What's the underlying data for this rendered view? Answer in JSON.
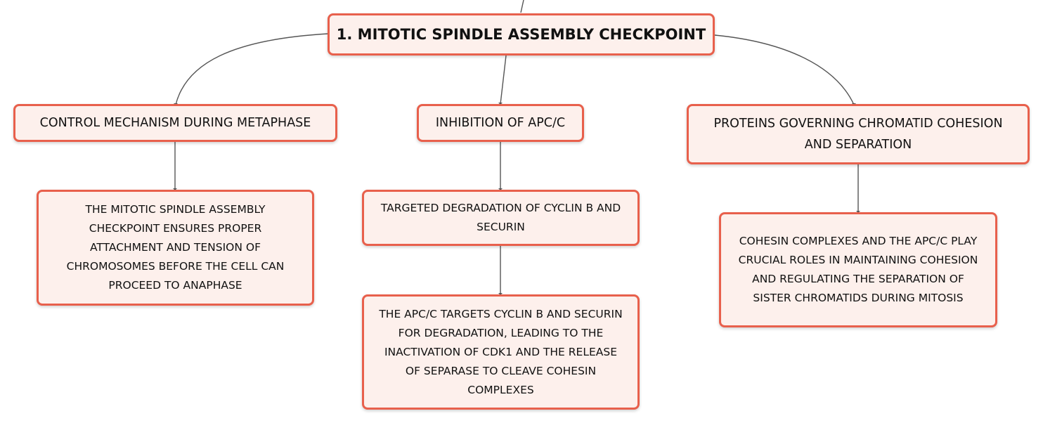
{
  "diagram": {
    "root": {
      "label": "1. MITOTIC SPINDLE ASSEMBLY CHECKPOINT"
    },
    "branches": [
      {
        "label": "CONTROL MECHANISM DURING METAPHASE",
        "children": [
          {
            "label": "THE MITOTIC SPINDLE ASSEMBLY\nCHECKPOINT ENSURES PROPER\nATTACHMENT AND TENSION OF\nCHROMOSOMES BEFORE THE CELL CAN\nPROCEED TO ANAPHASE"
          }
        ]
      },
      {
        "label": "INHIBITION OF APC/C",
        "children": [
          {
            "label": "TARGETED DEGRADATION OF CYCLIN B AND\nSECURIN"
          },
          {
            "label": "THE APC/C TARGETS CYCLIN B AND SECURIN\nFOR DEGRADATION, LEADING TO THE\nINACTIVATION OF CDK1 AND THE RELEASE\nOF SEPARASE TO CLEAVE COHESIN\nCOMPLEXES"
          }
        ]
      },
      {
        "label": "PROTEINS GOVERNING CHROMATID COHESION\nAND SEPARATION",
        "children": [
          {
            "label": "COHESIN COMPLEXES AND THE APC/C PLAY\nCRUCIAL ROLES IN MAINTAINING COHESION\nAND REGULATING THE SEPARATION OF\nSISTER CHROMATIDS DURING MITOSIS"
          }
        ]
      }
    ],
    "colors": {
      "node_border": "#e8604c",
      "node_fill": "#fdf0ec",
      "connector": "#555555",
      "text": "#111111"
    }
  }
}
